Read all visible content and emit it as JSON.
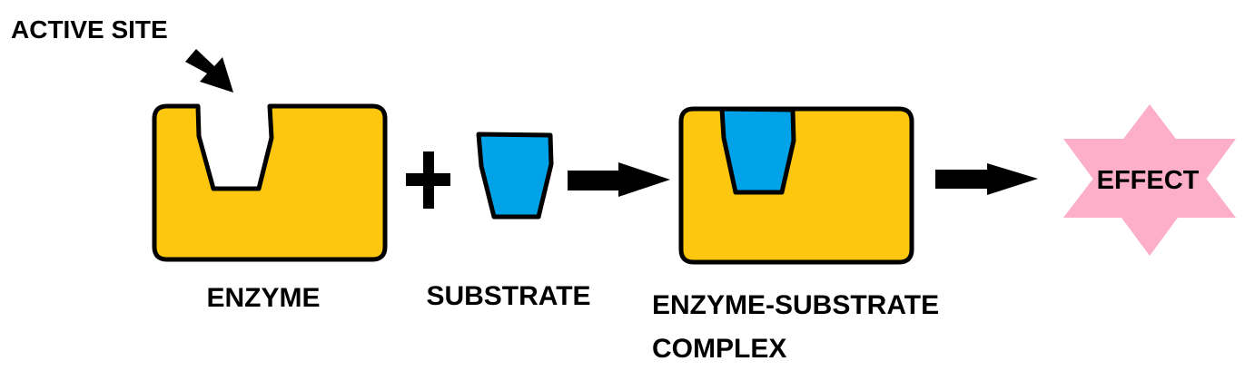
{
  "labels": {
    "active_site": "ACTIVE SITE",
    "enzyme": "ENZYME",
    "substrate": "SUBSTRATE",
    "complex_line1": "ENZYME-SUBSTRATE",
    "complex_line2": "COMPLEX",
    "effect": "EFFECT"
  },
  "colors": {
    "enzyme": "#FDC70F",
    "substrate": "#00A2E8",
    "effect": "#FDAEC9",
    "outline": "#000000"
  }
}
